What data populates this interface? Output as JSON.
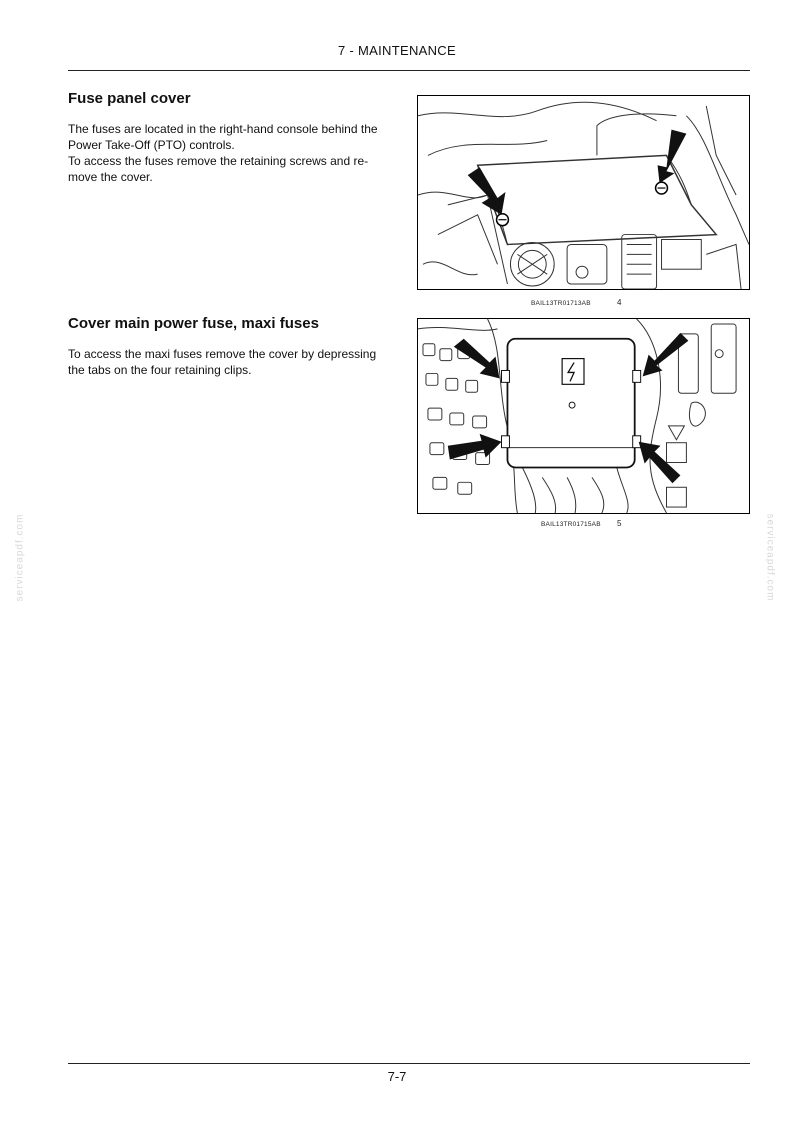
{
  "header": {
    "chapter_title": "7 - MAINTENANCE"
  },
  "sections": [
    {
      "heading": "Fuse panel cover",
      "paragraph_lines": [
        "The fuses are located in the right-hand console behind the",
        "Power Take-Off (PTO) controls.",
        "To access the fuses remove the retaining screws and re-",
        "move the cover."
      ],
      "figure": {
        "caption_code": "BAIL13TR01713AB",
        "number": "4"
      }
    },
    {
      "heading": "Cover main power fuse, maxi fuses",
      "paragraph_lines": [
        "To access the maxi fuses remove the cover by depressing",
        "the tabs on the four retaining clips."
      ],
      "figure": {
        "caption_code": "BAIL13TR01715AB",
        "number": "5"
      }
    }
  ],
  "footer": {
    "page_number": "7-7"
  },
  "watermark": {
    "text": "serviceapdf.com"
  }
}
